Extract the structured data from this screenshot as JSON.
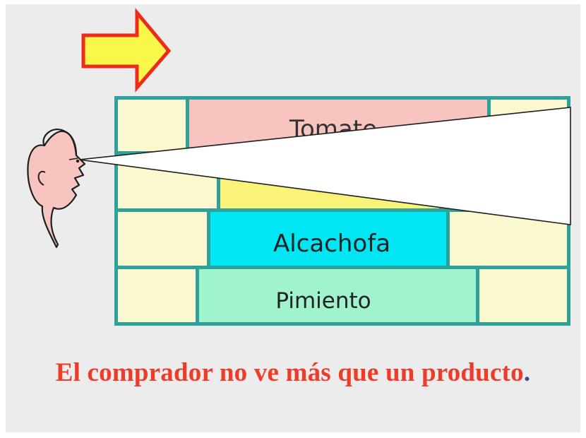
{
  "shelf": {
    "rows": [
      {
        "label": "Tomate",
        "color": "#f7c4c0"
      },
      {
        "label": "",
        "color": "#f9f37a"
      },
      {
        "label": "Alcachofa",
        "color": "#00e6f3"
      },
      {
        "label": "Pimiento",
        "color": "#9ff3cd"
      }
    ],
    "filler_color": "#fbf8cf",
    "border_color": "#2ea19a"
  },
  "arrow": {
    "color": "#f8f74a",
    "outline": "#ee2a1a"
  },
  "caption": {
    "text": "El comprador no ve más que un producto",
    "period": "."
  }
}
